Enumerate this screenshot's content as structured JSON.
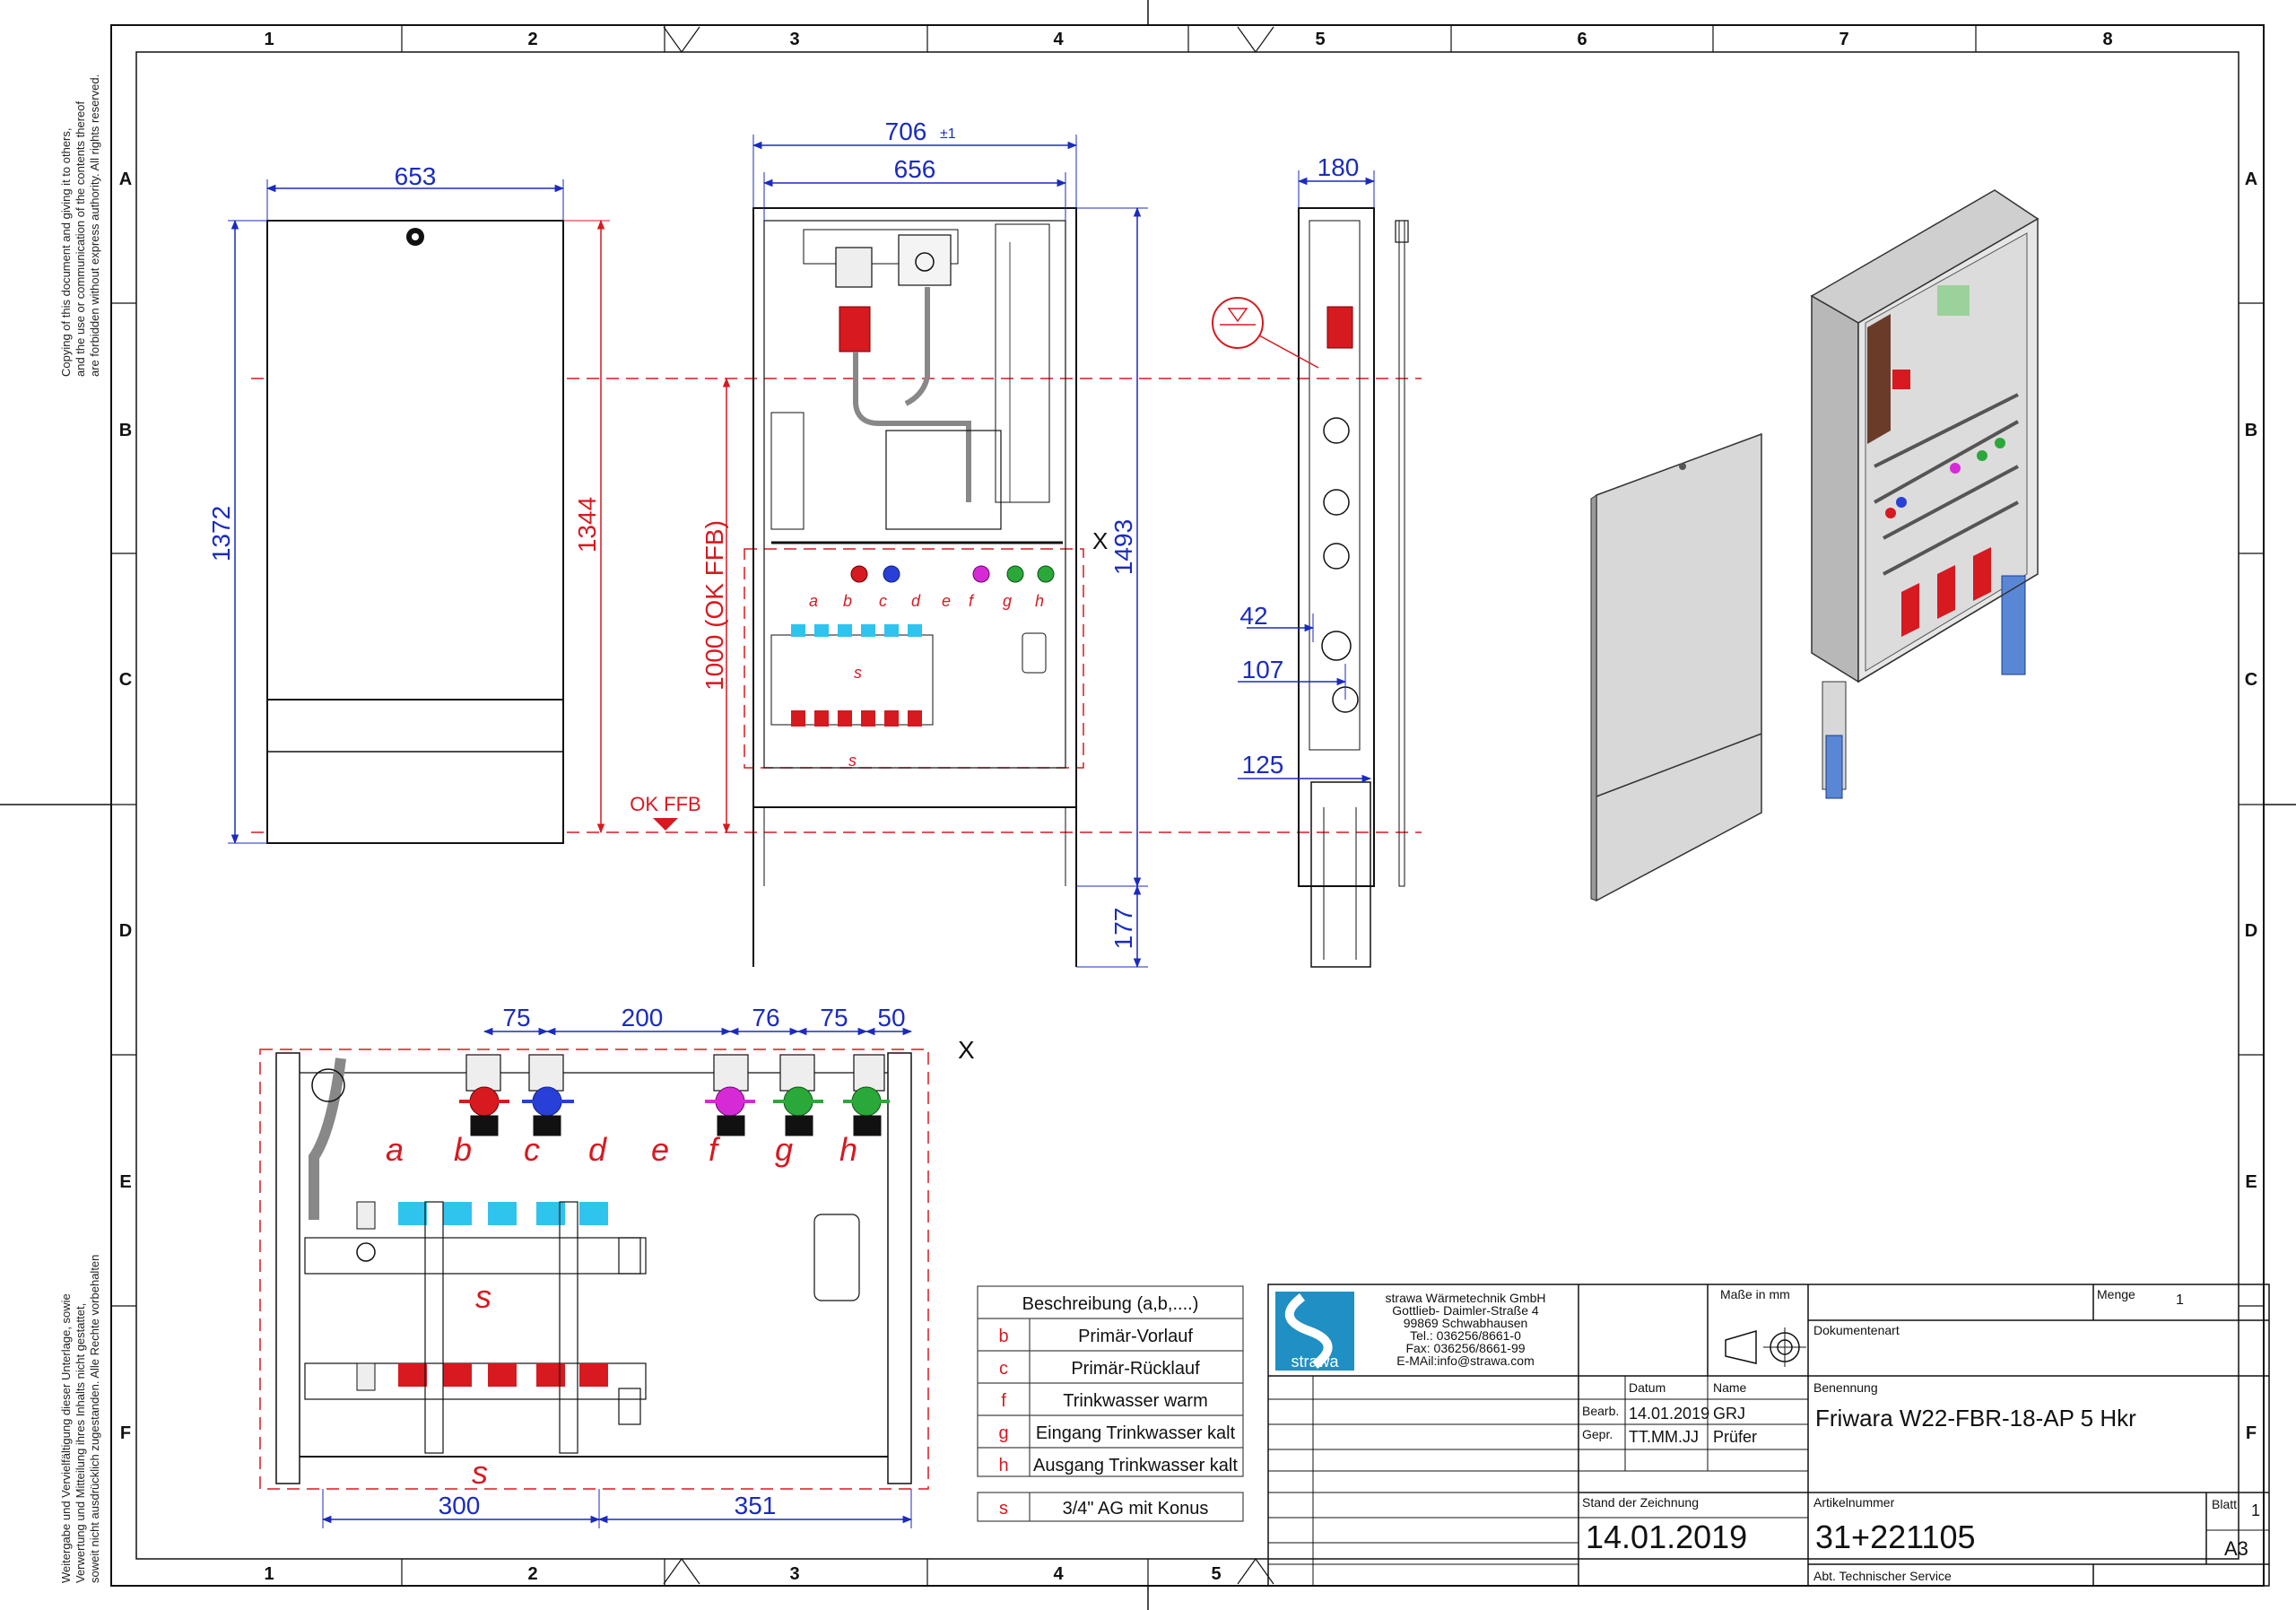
{
  "notices": {
    "copyright_line1": "Copying of this document and giving it to others,",
    "copyright_line2": "and the use or communication of the contents thereof",
    "copyright_line3": "are forbidden without express authority. All rights reserved.",
    "german_line1": "Weitergabe und Vervielfältigung dieser Unterlage, sowie",
    "german_line2": "Verwertung und Mitteilung ihres Inhalts nicht gestattet,",
    "german_line3": "soweit nicht ausdrücklich zugestanden. Alle Rechte vorbehalten"
  },
  "grid": {
    "columns": [
      "1",
      "2",
      "3",
      "4",
      "5",
      "6",
      "7",
      "8"
    ],
    "rows": [
      "A",
      "B",
      "C",
      "D",
      "E",
      "F"
    ],
    "bottom_columns": [
      "1",
      "2",
      "3",
      "4",
      "5"
    ]
  },
  "front_view": {
    "width_dim": "653",
    "height_total_dim": "1372",
    "height_inner_dim": "1344",
    "floor_label": "OK FFB"
  },
  "open_view": {
    "outer_width_dim": "706",
    "outer_width_tol": "±1",
    "inner_width_dim": "656",
    "height_dim": "1493",
    "leg_dim": "177",
    "ffb_dim": "1000 (OK FFB)",
    "section_marker": "X",
    "port_labels": [
      "a",
      "b",
      "c",
      "d",
      "e",
      "f",
      "g",
      "h"
    ],
    "s_label": "s"
  },
  "side_view": {
    "depth_dim": "180",
    "dim_42": "42",
    "dim_107": "107",
    "dim_125": "125"
  },
  "detail_view": {
    "dims_top": [
      "75",
      "200",
      "76",
      "75",
      "50"
    ],
    "dims_bottom": [
      "300",
      "351"
    ],
    "section_marker": "X",
    "port_labels": [
      "a",
      "b",
      "c",
      "d",
      "e",
      "f",
      "g",
      "h"
    ],
    "s_label": "s"
  },
  "legend": {
    "header": "Beschreibung (a,b,....)",
    "rows": [
      {
        "key": "b",
        "text": "Primär-Vorlauf"
      },
      {
        "key": "c",
        "text": "Primär-Rücklauf"
      },
      {
        "key": "f",
        "text": "Trinkwasser warm"
      },
      {
        "key": "g",
        "text": "Eingang Trinkwasser kalt"
      },
      {
        "key": "h",
        "text": "Ausgang Trinkwasser kalt"
      }
    ],
    "extra": {
      "key": "s",
      "text": "3/4\" AG mit Konus"
    }
  },
  "title_block": {
    "company_lines": [
      "strawa Wärmetechnik GmbH",
      "Gottlieb- Daimler-Straße 4",
      "99869 Schwabhausen",
      "Tel.: 036256/8661-0",
      "Fax: 036256/8661-99",
      "E-MAil:info@strawa.com"
    ],
    "logo_text": "strawa",
    "units_label": "Maße in mm",
    "menge_label": "Menge",
    "menge_value": "1",
    "dokumentenart_label": "Dokumentenart",
    "datum_label": "Datum",
    "name_label": "Name",
    "bearb_label": "Bearb.",
    "bearb_date": "14.01.2019",
    "bearb_name": "GRJ",
    "gepr_label": "Gepr.",
    "gepr_date": "TT.MM.JJ",
    "gepr_name": "Prüfer",
    "benennung_label": "Benennung",
    "benennung_value": "Friwara W22-FBR-18-AP 5 Hkr",
    "stand_label": "Stand der Zeichnung",
    "stand_value": "14.01.2019",
    "artikel_label": "Artikelnummer",
    "artikel_value": "31+221105",
    "blatt_label": "Blatt",
    "blatt_value": "1",
    "format_value": "A3",
    "department": "Abt. Technischer Service"
  }
}
